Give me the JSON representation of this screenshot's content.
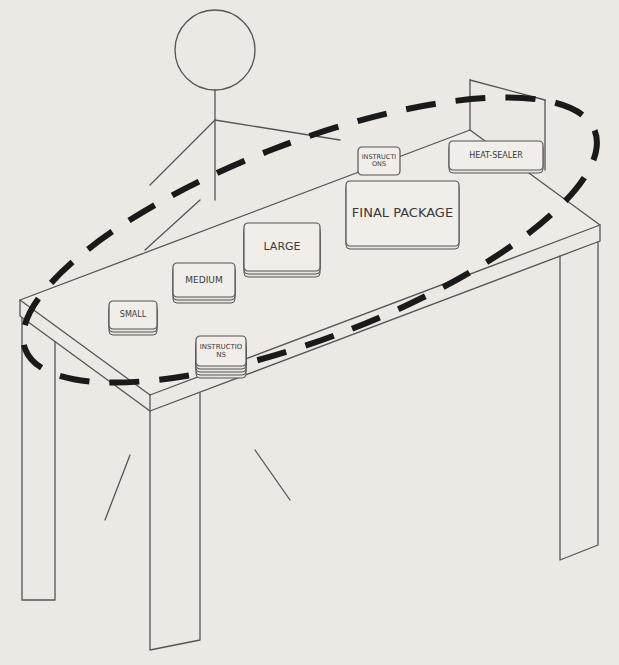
{
  "diagram": {
    "nodes": [
      {
        "text": [
          "SMALL"
        ]
      },
      {
        "text": [
          "MEDIUM"
        ]
      },
      {
        "text": [
          "INSTRUCTIONS"
        ]
      },
      {
        "text": [
          "LARGE"
        ]
      },
      {
        "text": [
          "INSTRUCTIONS"
        ]
      },
      {
        "text": [
          "FINAL PACKAGE"
        ]
      },
      {
        "text": [
          "HEAT-SEALER"
        ]
      }
    ]
  }
}
